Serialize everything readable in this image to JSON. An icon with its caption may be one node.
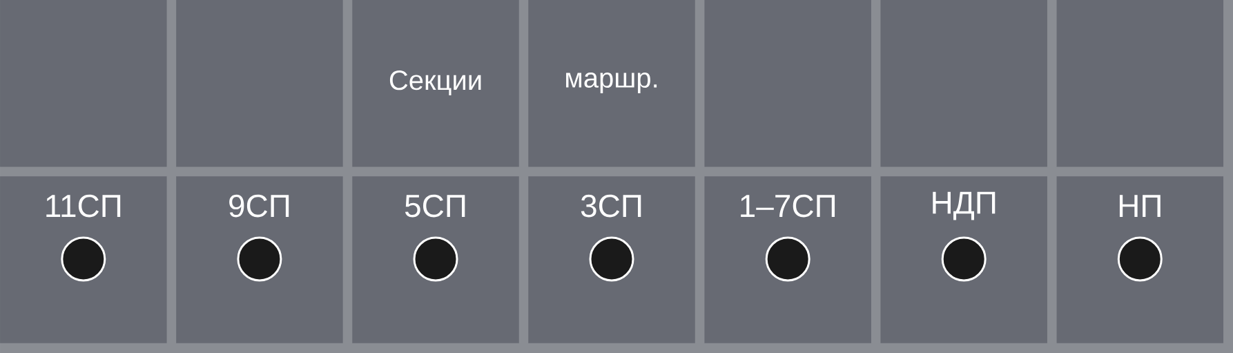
{
  "diagram": {
    "nodes": [
      {
        "text": [],
        "shape": "box"
      },
      {
        "text": [],
        "shape": "box"
      },
      {
        "text": [
          "Секции"
        ]
      },
      {
        "text": [
          "маршр."
        ]
      },
      {
        "text": [],
        "shape": "box"
      },
      {
        "text": [],
        "shape": "box"
      },
      {
        "text": [],
        "shape": "box"
      },
      {
        "text": [
          "11СП"
        ]
      },
      {
        "text": [],
        "shape": "circle",
        "in": 7
      },
      {
        "text": [
          "9СП"
        ]
      },
      {
        "text": [],
        "shape": "circle",
        "in": 9
      },
      {
        "text": [
          "5СП"
        ]
      },
      {
        "text": [],
        "shape": "circle",
        "in": 11
      },
      {
        "text": [
          "3СП"
        ]
      },
      {
        "text": [],
        "shape": "circle",
        "in": 13
      },
      {
        "text": [
          "1–7СП"
        ]
      },
      {
        "text": [],
        "shape": "circle",
        "in": 15
      },
      {
        "text": [
          "НДП"
        ]
      },
      {
        "text": [],
        "shape": "circle",
        "in": 17
      },
      {
        "text": [
          "НП"
        ]
      },
      {
        "text": [],
        "shape": "circle",
        "in": 19
      }
    ]
  }
}
